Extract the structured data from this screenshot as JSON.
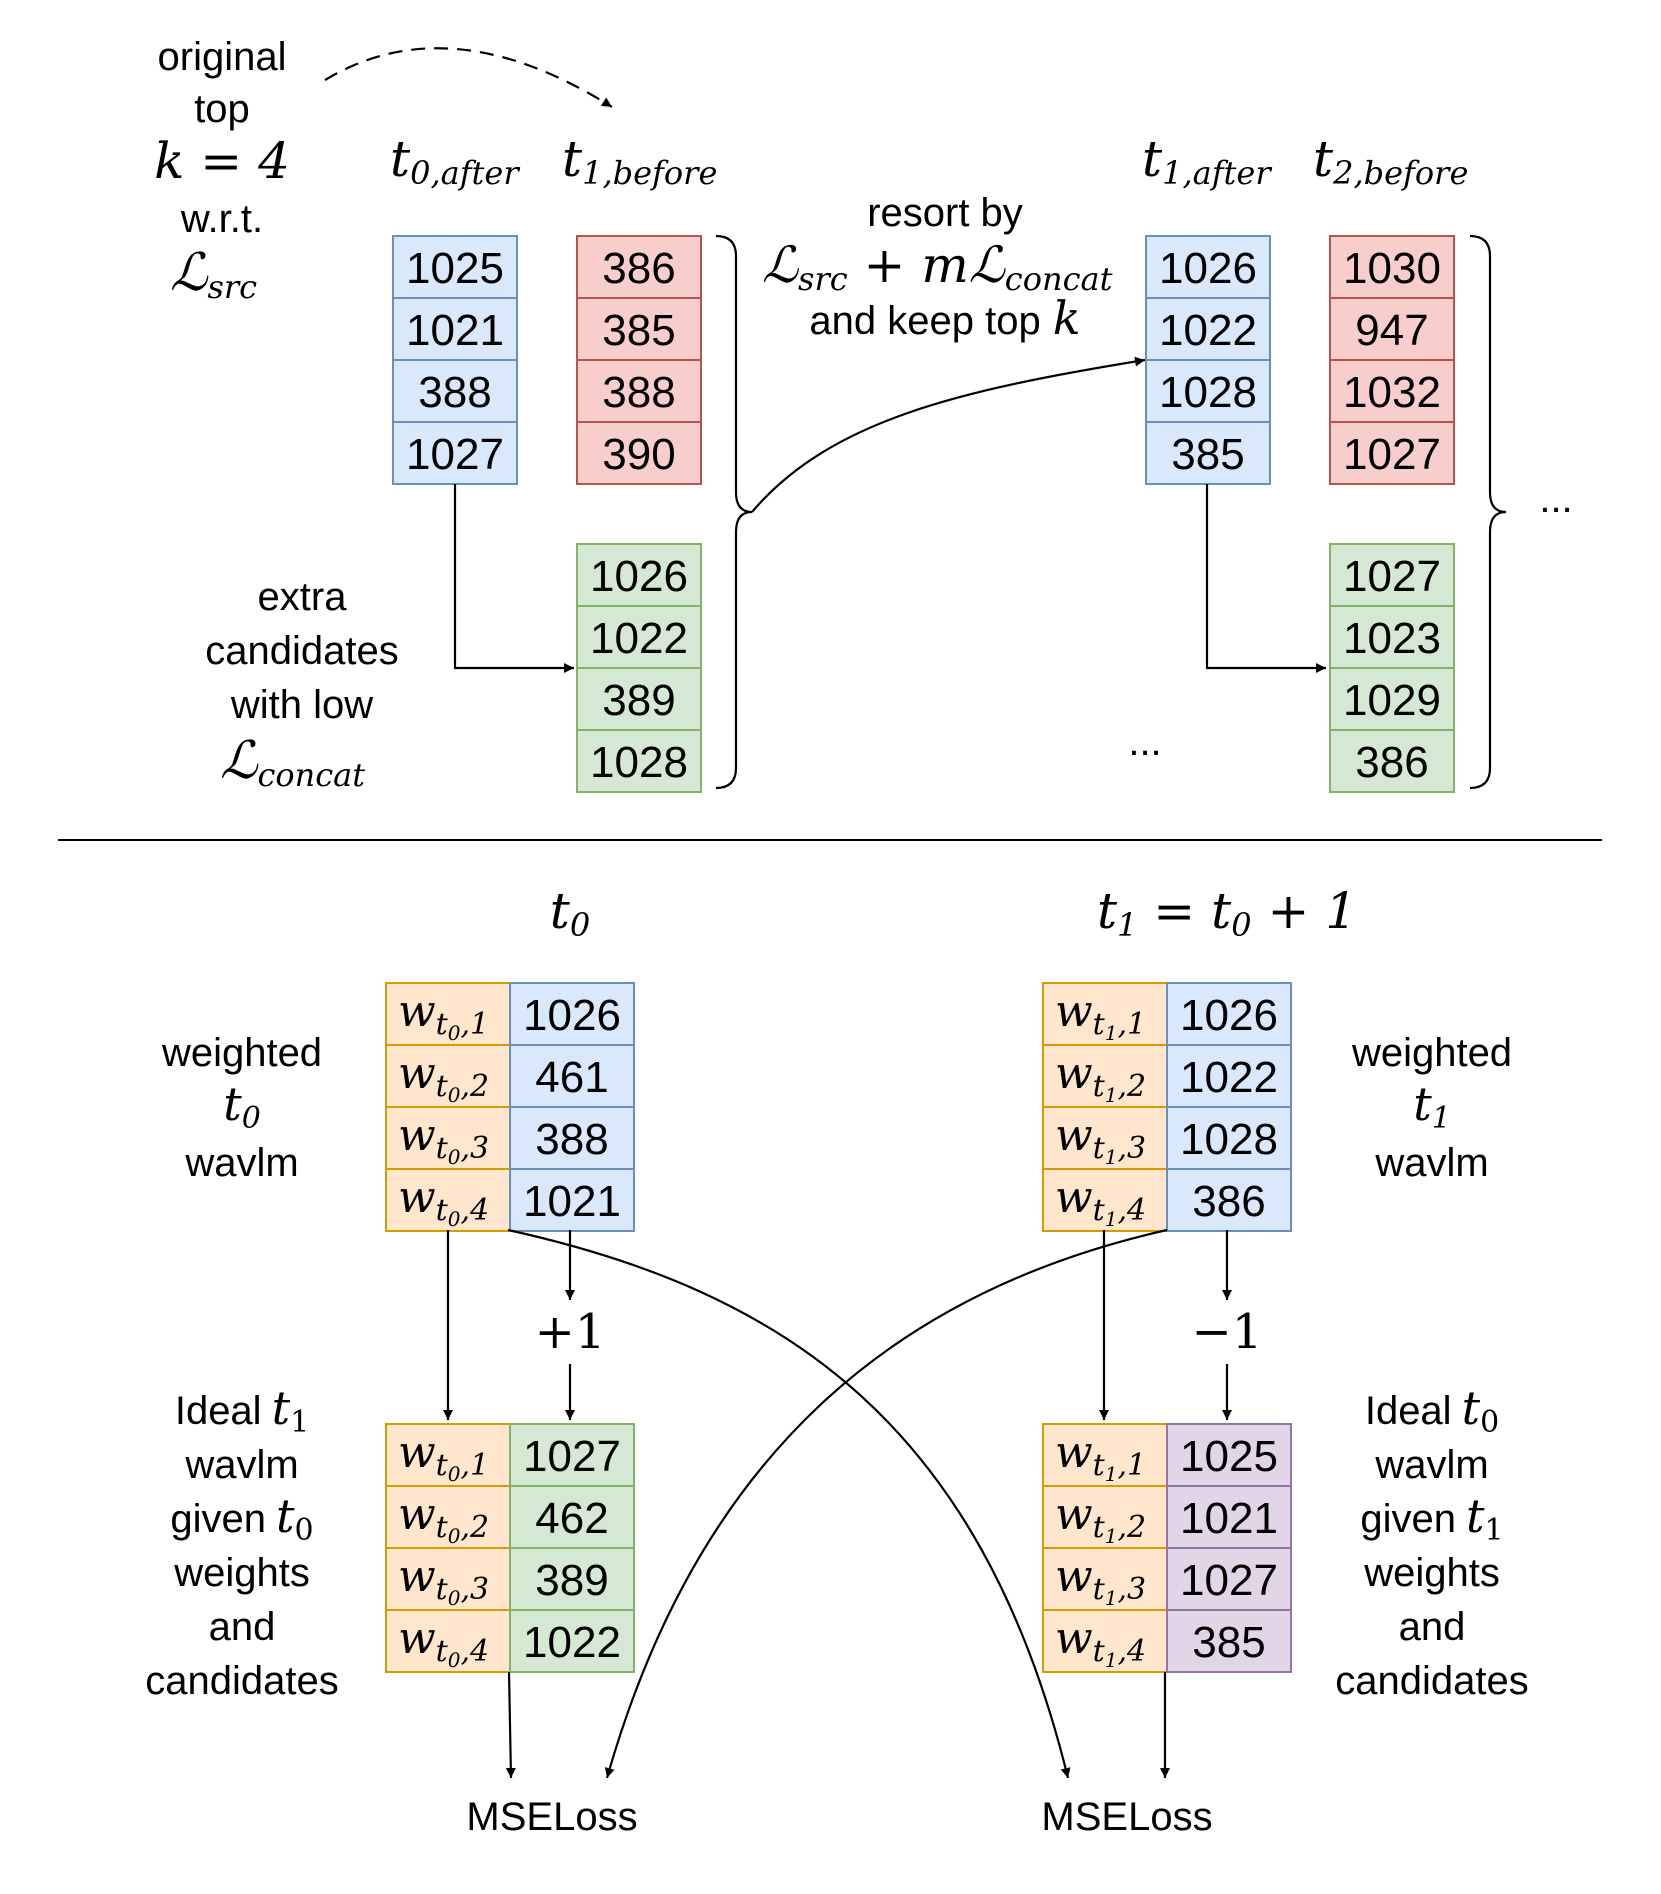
{
  "colors": {
    "blue_fill": "#dae8fc",
    "blue_stroke": "#6c8ebf",
    "red_fill": "#f8cecc",
    "red_stroke": "#b85450",
    "green_fill": "#d5e8d4",
    "green_stroke": "#82b366",
    "orange_fill": "#ffe6cc",
    "orange_stroke": "#d79b00",
    "purple_fill": "#e1d5e7",
    "purple_stroke": "#9673a6"
  },
  "top": {
    "original_label": [
      "original",
      "top"
    ],
    "k_equation": "k = 4",
    "wrt": "w.r.t.",
    "l_src": "ℒ",
    "l_src_sub": "src",
    "col_t0_after": {
      "base": "t",
      "sub": "0,after",
      "values": [
        "1025",
        "1021",
        "388",
        "1027"
      ]
    },
    "col_t1_before": {
      "base": "t",
      "sub": "1,before",
      "values": [
        "386",
        "385",
        "388",
        "390"
      ]
    },
    "extra_candidates": [
      "1026",
      "1022",
      "389",
      "1028"
    ],
    "extra_label": [
      "extra",
      "candidates",
      "with low"
    ],
    "l_concat": "ℒ",
    "l_concat_sub": "concat",
    "resort_label": [
      "resort by",
      "and keep top"
    ],
    "resort_formula": {
      "a": "ℒ",
      "a_sub": "src",
      "plus": " + m",
      "b": "ℒ",
      "b_sub": "concat"
    },
    "k_symbol": "k",
    "col_t1_after": {
      "base": "t",
      "sub": "1,after",
      "values": [
        "1026",
        "1022",
        "1028",
        "385"
      ]
    },
    "col_t2_before": {
      "base": "t",
      "sub": "2,before",
      "values": [
        "1030",
        "947",
        "1032",
        "1027"
      ]
    },
    "extra_candidates_2": [
      "1027",
      "1023",
      "1029",
      "386"
    ],
    "ellipsis": "..."
  },
  "bottom": {
    "left_title": {
      "base": "t",
      "sub": "0"
    },
    "right_title": {
      "base": "t",
      "sub": "1",
      "rhs": " = t",
      "rhs_sub": "0",
      "tail": " + 1"
    },
    "weighted_t0": {
      "line1": "weighted",
      "base": "t",
      "sub": "0",
      "line3": "wavlm"
    },
    "weighted_t1": {
      "line1": "weighted",
      "base": "t",
      "sub": "1",
      "line3": "wavlm"
    },
    "weights_t0": [
      "w",
      "t",
      "0"
    ],
    "weights_t1": [
      "w",
      "t",
      "1"
    ],
    "t0_values": [
      "1026",
      "461",
      "388",
      "1021"
    ],
    "t1_values": [
      "1026",
      "1022",
      "1028",
      "386"
    ],
    "plus_one": "+1",
    "minus_one": "−1",
    "ideal_t1_values": [
      "1027",
      "462",
      "389",
      "1022"
    ],
    "ideal_t0_values": [
      "1025",
      "1021",
      "1027",
      "385"
    ],
    "ideal_t1_label": {
      "ideal": "Ideal",
      "base": "t",
      "sub": "1",
      "lines": [
        "wavlm",
        "given",
        "weights",
        "and",
        "candidates"
      ],
      "given_base": "t",
      "given_sub": "0"
    },
    "ideal_t0_label": {
      "ideal": "Ideal",
      "base": "t",
      "sub": "0",
      "lines": [
        "wavlm",
        "given",
        "weights",
        "and",
        "candidates"
      ],
      "given_base": "t",
      "given_sub": "1"
    },
    "loss_label": "MSELoss"
  }
}
